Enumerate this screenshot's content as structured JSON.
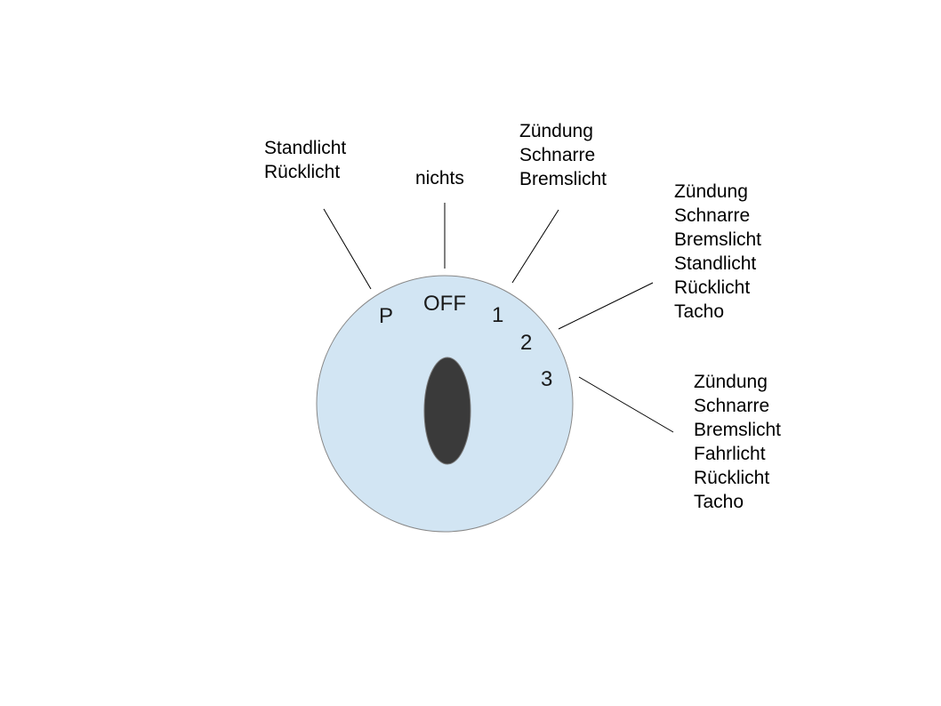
{
  "colors": {
    "dial_fill": "#d2e5f3",
    "dial_stroke": "#888888",
    "keyhole_fill": "#3a3a3a",
    "line": "#000000"
  },
  "positions": {
    "p": "P",
    "off": "OFF",
    "one": "1",
    "two": "2",
    "three": "3"
  },
  "labels": {
    "p": [
      "Standlicht",
      "Rücklicht"
    ],
    "off": [
      "nichts"
    ],
    "one": [
      "Zündung",
      "Schnarre",
      "Bremslicht"
    ],
    "two": [
      "Zündung",
      "Schnarre",
      "Bremslicht",
      "Standlicht",
      "Rücklicht",
      "Tacho"
    ],
    "three": [
      "Zündung",
      "Schnarre",
      "Bremslicht",
      "Fahrlicht",
      "Rücklicht",
      "Tacho"
    ]
  }
}
